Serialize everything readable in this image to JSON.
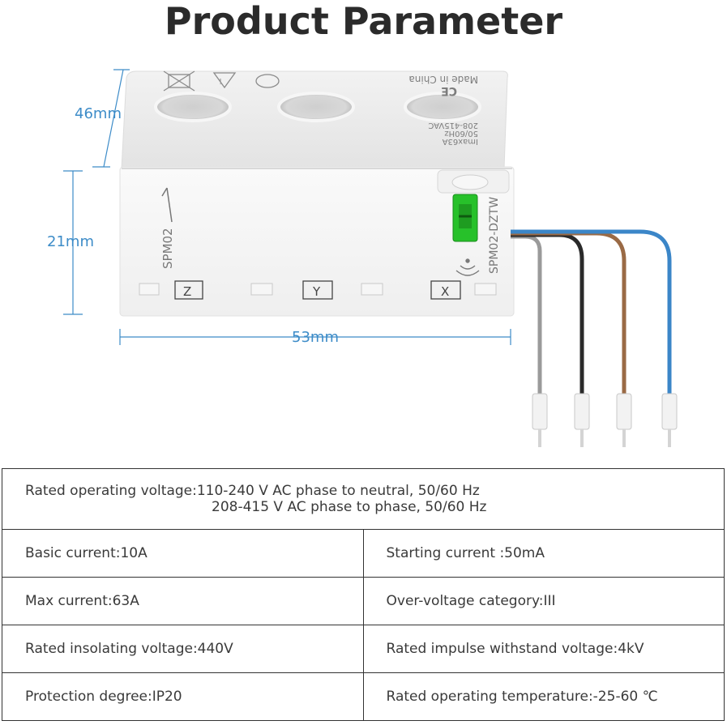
{
  "title": "Product Parameter",
  "dimensions": {
    "height_top": "46mm",
    "height_side": "21mm",
    "width": "53mm"
  },
  "device": {
    "model_side": "SPM02",
    "model_front": "SPM02-DZTW",
    "made_in": "Made in China",
    "ce_mark": "CE",
    "rating_lines": [
      "208-415VAC",
      "50/60Hz",
      "Imax63A"
    ],
    "terminals": [
      "Z",
      "Y",
      "X"
    ],
    "wire_colors": [
      "#9a9a9a",
      "#2a2a2a",
      "#9a6a45",
      "#3b86c8"
    ]
  },
  "specs": {
    "voltage_line1": "Rated operating voltage:110-240 V AC phase to neutral, 50/60 Hz",
    "voltage_line2": "208-415 V AC phase to phase, 50/60 Hz",
    "rows": [
      [
        "Basic current:10A",
        "Starting current :50mA"
      ],
      [
        "Max current:63A",
        "Over-voltage category:III"
      ],
      [
        "Rated insolating voltage:440V",
        "Rated impulse withstand voltage:4kV"
      ],
      [
        "Protection degree:IP20",
        "Rated operating temperature:-25-60 ℃"
      ]
    ]
  }
}
